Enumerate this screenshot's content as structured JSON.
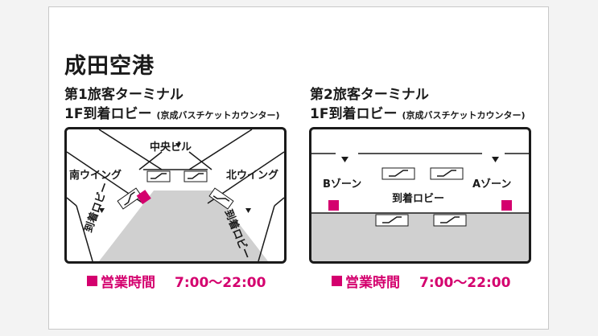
{
  "title": "成田空港",
  "terminal1": {
    "name": "第1旅客ターミナル",
    "lobby": "1F到着ロビー",
    "counter": "(京成バスチケットカウンター)",
    "labels": {
      "center": "中央ビル",
      "south": "南ウイング",
      "north": "北ウイング",
      "lobby_left": "到着ロビー",
      "lobby_right": "到着ロビー"
    },
    "hours_label": "営業時間",
    "hours_time": "7:00〜22:00"
  },
  "terminal2": {
    "name": "第2旅客ターミナル",
    "lobby": "1F到着ロビー",
    "counter": "(京成バスチケットカウンター)",
    "labels": {
      "zone_b": "Bゾーン",
      "zone_a": "Aゾーン",
      "lobby": "到着ロビー"
    },
    "hours_label": "営業時間",
    "hours_time": "7:00〜22:00"
  },
  "colors": {
    "accent": "#d4006e",
    "floor_gray": "#d0d0d0"
  },
  "icons": [
    "escalator-icon",
    "down-arrow-icon",
    "bus-counter-marker"
  ]
}
